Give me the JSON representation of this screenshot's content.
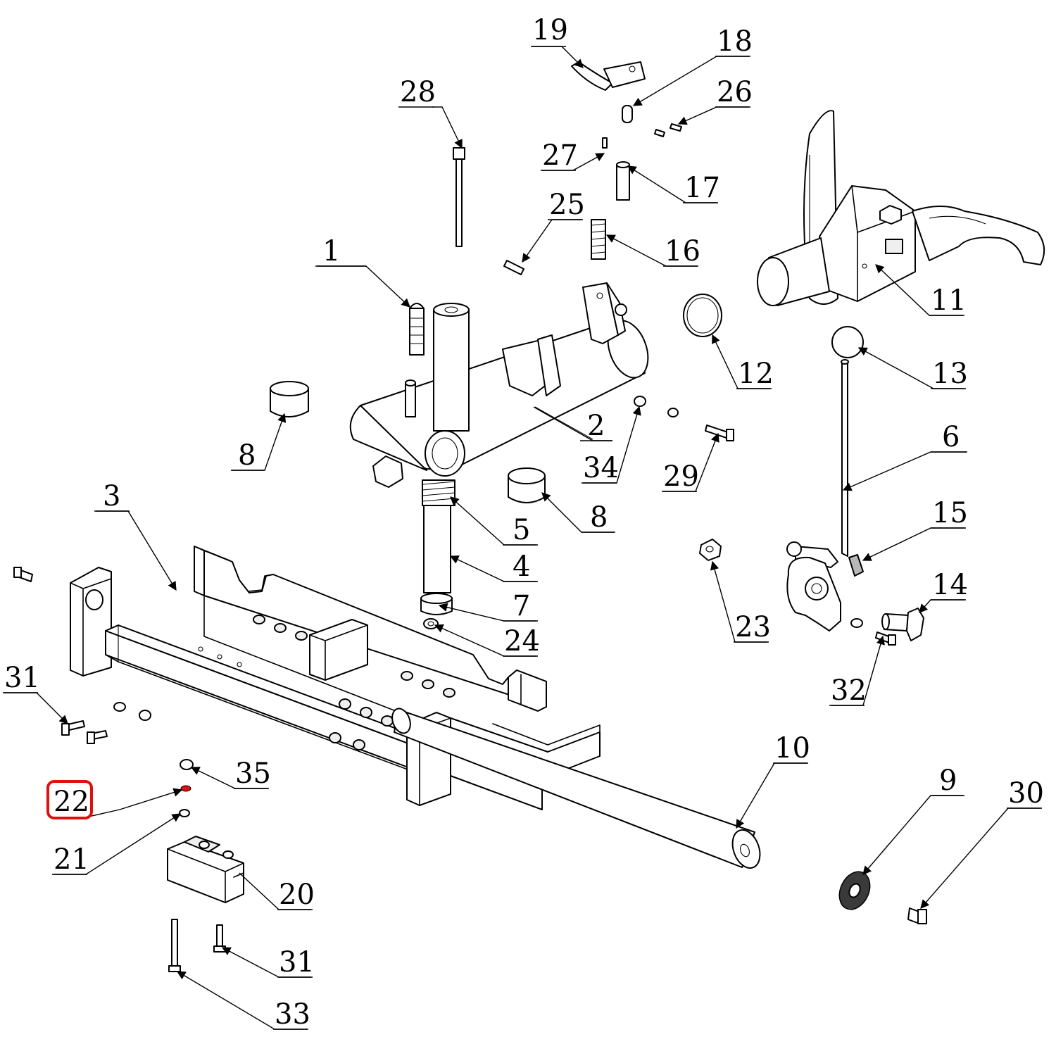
{
  "highlighted": "22",
  "callouts": {
    "c1": "1",
    "c2": "2",
    "c3": "3",
    "c4": "4",
    "c5": "5",
    "c6": "6",
    "c7": "7",
    "c8a": "8",
    "c8b": "8",
    "c9": "9",
    "c10": "10",
    "c11": "11",
    "c12": "12",
    "c13": "13",
    "c14": "14",
    "c15": "15",
    "c16": "16",
    "c17": "17",
    "c18": "18",
    "c19": "19",
    "c20": "20",
    "c21": "21",
    "c22": "22",
    "c23": "23",
    "c24": "24",
    "c25": "25",
    "c26": "26",
    "c27": "27",
    "c28": "28",
    "c29": "29",
    "c30": "30",
    "c31a": "31",
    "c31b": "31",
    "c32": "32",
    "c33": "33",
    "c34": "34",
    "c35": "35"
  },
  "colors": {
    "highlight": "#e01010",
    "line": "#000000"
  }
}
